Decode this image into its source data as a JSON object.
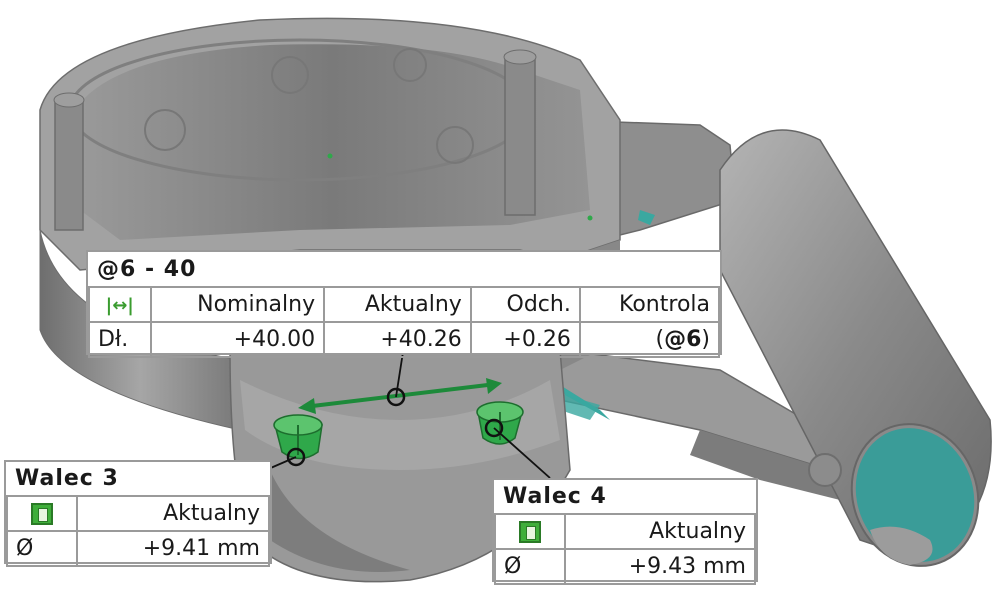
{
  "colors": {
    "part_gray": "#8d8d8d",
    "feature_green": "#2fa84a",
    "deviation_teal": "#3aa8a0",
    "table_border": "#9a9a9a"
  },
  "dimension": {
    "title": "@6 - 40",
    "icon": "length-arrows-icon",
    "headers": [
      "Nominalny",
      "Aktualny",
      "Odch.",
      "Kontrola"
    ],
    "row": {
      "label": "Dł.",
      "nominal": "+40.00",
      "actual": "+40.26",
      "deviation": "+0.26",
      "control_prefix": "(",
      "control_ref": "@6",
      "control_suffix": ")"
    }
  },
  "cylinder3": {
    "title": "Walec 3",
    "icon": "cylinder-icon",
    "header": "Aktualny",
    "symbol": "Ø",
    "value": "+9.41 mm"
  },
  "cylinder4": {
    "title": "Walec 4",
    "icon": "cylinder-icon",
    "header": "Aktualny",
    "symbol": "Ø",
    "value": "+9.43 mm"
  }
}
